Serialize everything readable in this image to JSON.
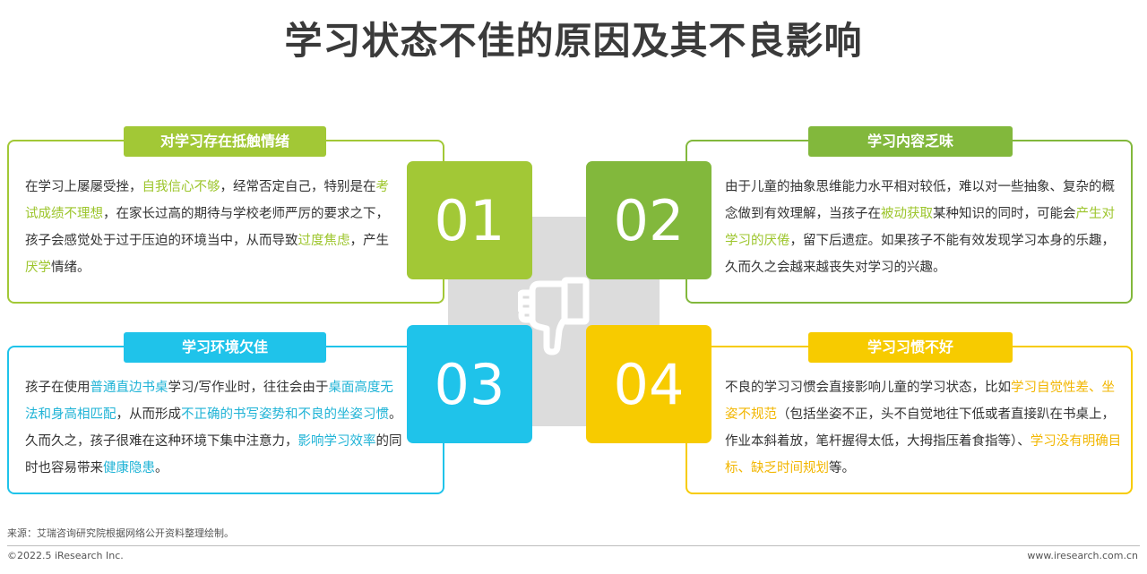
{
  "title": "学习状态不佳的原因及其不良影响",
  "panels": [
    {
      "tag": "对学习存在抵触情绪",
      "number": "01",
      "color": "#a2c836",
      "segments": [
        {
          "t": "在学习上屡屡受挫，"
        },
        {
          "t": "自我信心不够",
          "hl": true
        },
        {
          "t": "，经常否定自己，特别是在"
        },
        {
          "t": "考试成绩不理想",
          "hl": true
        },
        {
          "t": "，在家长过高的期待与学校老师严厉的要求之下，孩子会感觉处于过于压迫的环境当中，从而导致"
        },
        {
          "t": "过度焦虑",
          "hl": true
        },
        {
          "t": "，产生"
        },
        {
          "t": "厌学",
          "hl": true
        },
        {
          "t": "情绪。"
        }
      ]
    },
    {
      "tag": "学习内容乏味",
      "number": "02",
      "color": "#82b83c",
      "segments": [
        {
          "t": "由于儿童的抽象思维能力水平相对较低，难以对一些抽象、复杂的概念做到有效理解，当孩子在"
        },
        {
          "t": "被动获取",
          "hl": true
        },
        {
          "t": "某种知识的同时，可能会"
        },
        {
          "t": "产生对学习的厌倦",
          "hl": true
        },
        {
          "t": "，留下后遗症。如果孩子不能有效发现学习本身的乐趣，久而久之会越来越丧失对学习的兴趣。"
        }
      ]
    },
    {
      "tag": "学习环境欠佳",
      "number": "03",
      "color": "#1fc3ea",
      "segments": [
        {
          "t": "孩子在使用"
        },
        {
          "t": "普通直边书桌",
          "hl": true
        },
        {
          "t": "学习/写作业时，往往会由于"
        },
        {
          "t": "桌面高度无法和身高相匹配",
          "hl": true
        },
        {
          "t": "，从而形成"
        },
        {
          "t": "不正确的书写姿势和不良的坐姿习惯",
          "hl": true
        },
        {
          "t": "。久而久之，孩子很难在这种环境下集中注意力，"
        },
        {
          "t": "影响学习效率",
          "hl": true
        },
        {
          "t": "的同时也容易带来"
        },
        {
          "t": "健康隐患",
          "hl": true
        },
        {
          "t": "。"
        }
      ]
    },
    {
      "tag": "学习习惯不好",
      "number": "04",
      "color": "#f7cb00",
      "segments": [
        {
          "t": "不良的学习习惯会直接影响儿童的学习状态，比如"
        },
        {
          "t": "学习自觉性差、坐姿不规范",
          "hl": true
        },
        {
          "t": "（包括坐姿不正，头不自觉地往下低或者直接趴在书桌上，作业本斜着放，笔杆握得太低，大拇指压着食指等）、"
        },
        {
          "t": "学习没有明确目标、缺乏时间规划",
          "hl": true
        },
        {
          "t": "等。"
        }
      ]
    }
  ],
  "center_icon": "thumbs-down-icon",
  "footer": {
    "source": "来源：艾瑞咨询研究院根据网络公开资料整理绘制。",
    "copyright": "©2022.5 iResearch Inc.",
    "website": "www.iresearch.com.cn"
  }
}
